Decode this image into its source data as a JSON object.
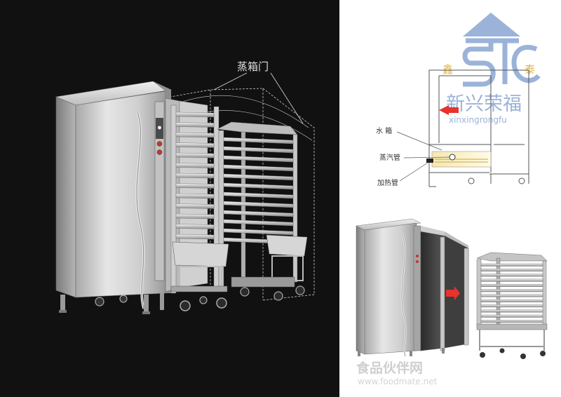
{
  "main_label": "蒸箱门",
  "logo": {
    "char_left": "鑫",
    "char_right": "泰",
    "name_cn": "新兴荣福",
    "name_pinyin": "xinxingrongfu"
  },
  "schematic_labels": {
    "water_tank": "水 箱",
    "steam_pipe": "蒸汽管",
    "heating_pipe": "加热管"
  },
  "watermark": {
    "cn": "食品伙伴网",
    "url": "www.foodmate.net"
  },
  "colors": {
    "left_background": "#111111",
    "arrow_red": "#e8322c",
    "logo_blue": "#9bb3d9",
    "logo_gold": "#e2b54a",
    "steel_light": "#dcdcdc",
    "steel_dark": "#8a8a8a"
  }
}
